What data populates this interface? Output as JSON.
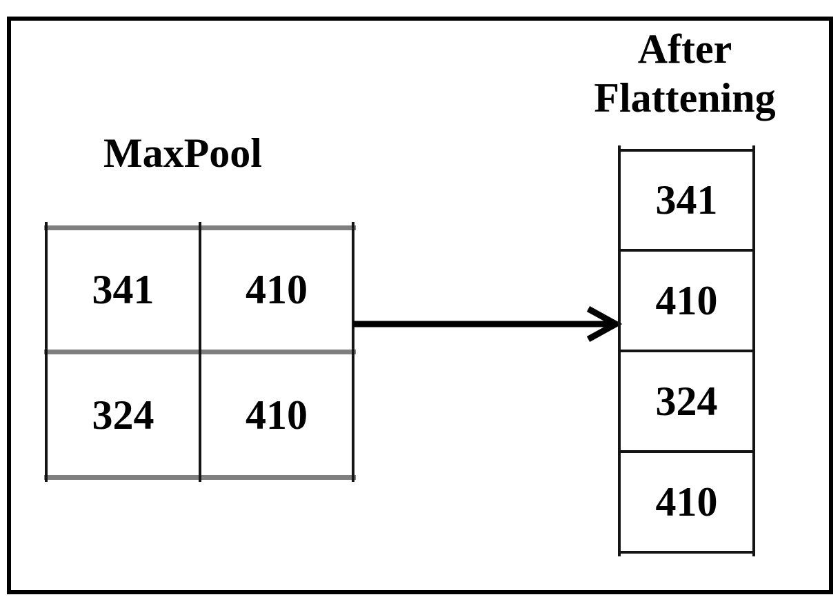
{
  "figure": {
    "maxpool": {
      "label": "MaxPool",
      "grid": {
        "rows": [
          [
            "341",
            "410"
          ],
          [
            "324",
            "410"
          ]
        ]
      }
    },
    "flatten": {
      "label_line1": "After",
      "label_line2": "Flattening",
      "column": {
        "values": [
          "341",
          "410",
          "324",
          "410"
        ]
      }
    },
    "arrow": {
      "meaning": "flatten-transform-arrow",
      "direction": "right"
    },
    "colors": {
      "ink": "#000000",
      "grid_horizontal_gray": "#7f7f7f",
      "line_black": "#141414",
      "background": "#ffffff"
    }
  }
}
